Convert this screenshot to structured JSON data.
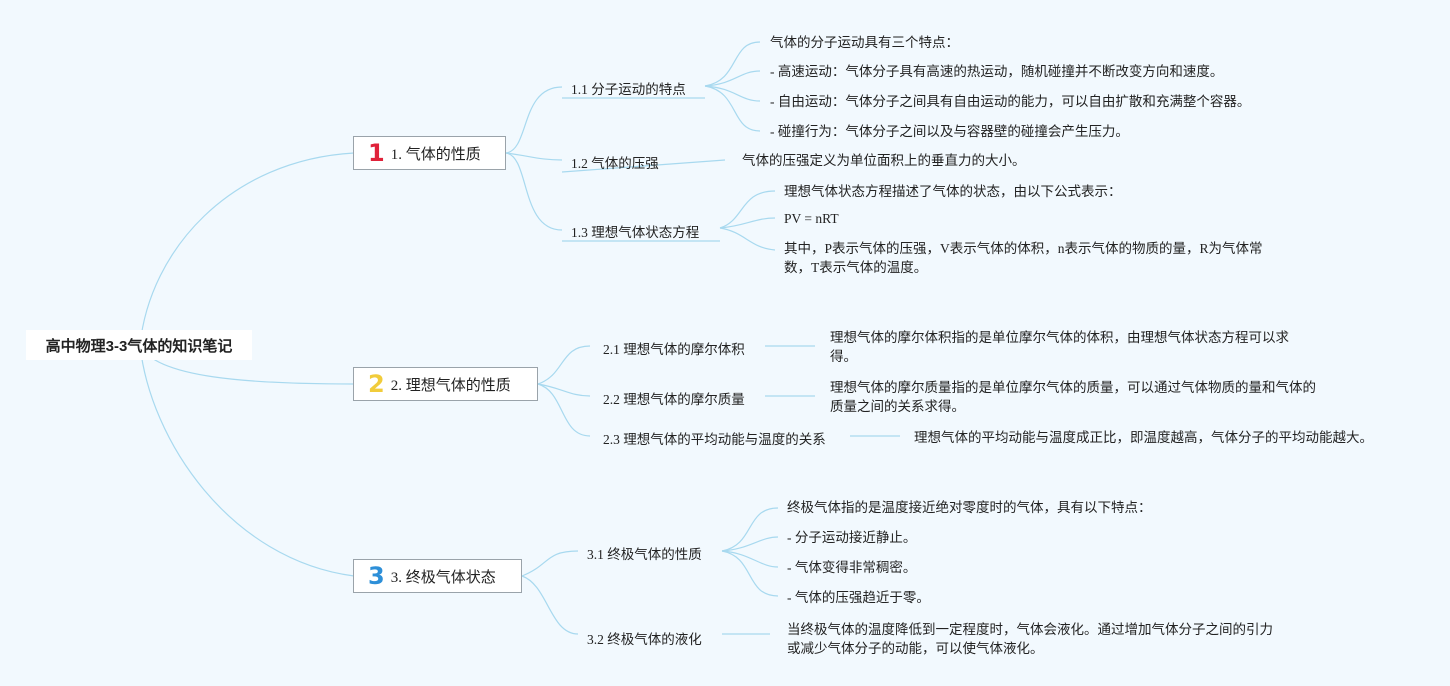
{
  "root": "高中物理3-3气体的知识笔记",
  "colors": {
    "background": "#f2f9fe",
    "link": "#a8d9ef",
    "badge1": "#e0223a",
    "badge2": "#f1cc3b",
    "badge3": "#2d8fd8"
  },
  "topics": [
    {
      "badge": "1",
      "title": "1. 气体的性质",
      "subs": [
        {
          "title": "1.1 分子运动的特点",
          "leaves": [
            "气体的分子运动具有三个特点：",
            "- 高速运动：气体分子具有高速的热运动，随机碰撞并不断改变方向和速度。",
            "- 自由运动：气体分子之间具有自由运动的能力，可以自由扩散和充满整个容器。",
            "- 碰撞行为：气体分子之间以及与容器壁的碰撞会产生压力。"
          ]
        },
        {
          "title": "1.2 气体的压强",
          "leaves": [
            "气体的压强定义为单位面积上的垂直力的大小。"
          ]
        },
        {
          "title": "1.3 理想气体状态方程",
          "leaves": [
            "理想气体状态方程描述了气体的状态，由以下公式表示：",
            "PV = nRT",
            "其中，P表示气体的压强，V表示气体的体积，n表示气体的物质的量，R为气体常数，T表示气体的温度。"
          ]
        }
      ]
    },
    {
      "badge": "2",
      "title": "2. 理想气体的性质",
      "subs": [
        {
          "title": "2.1 理想气体的摩尔体积",
          "leaves": [
            "理想气体的摩尔体积指的是单位摩尔气体的体积，由理想气体状态方程可以求得。"
          ]
        },
        {
          "title": "2.2 理想气体的摩尔质量",
          "leaves": [
            "理想气体的摩尔质量指的是单位摩尔气体的质量，可以通过气体物质的量和气体的质量之间的关系求得。"
          ]
        },
        {
          "title": "2.3 理想气体的平均动能与温度的关系",
          "leaves": [
            "理想气体的平均动能与温度成正比，即温度越高，气体分子的平均动能越大。"
          ]
        }
      ]
    },
    {
      "badge": "3",
      "title": "3. 终极气体状态",
      "subs": [
        {
          "title": "3.1 终极气体的性质",
          "leaves": [
            "终极气体指的是温度接近绝对零度时的气体，具有以下特点：",
            "- 分子运动接近静止。",
            "- 气体变得非常稠密。",
            "- 气体的压强趋近于零。"
          ]
        },
        {
          "title": "3.2 终极气体的液化",
          "leaves": [
            "当终极气体的温度降低到一定程度时，气体会液化。通过增加气体分子之间的引力或减少气体分子的动能，可以使气体液化。"
          ]
        }
      ]
    }
  ]
}
